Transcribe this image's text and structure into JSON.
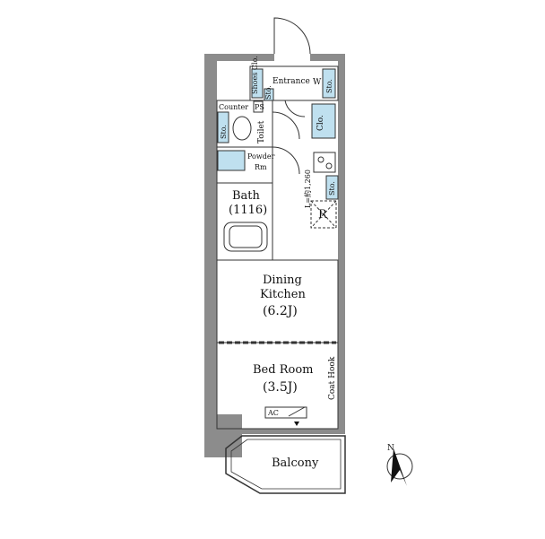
{
  "rooms": {
    "entrance": "Entrance",
    "shoes_clo": "Shoes Clo.",
    "w": "W",
    "sto_entrance": "Sto.",
    "counter": "Counter",
    "ps": "PS",
    "sto_small": "Sto.",
    "toilet": "Toilet",
    "clo": "Clo.",
    "sto_toilet": "Sto.",
    "powder_rm_1": "Powder",
    "powder_rm_2": "Rm",
    "bath": "Bath",
    "bath_size": "(1116)",
    "kitchen_note": "L=約1,260",
    "sto_kitchen": "Sto.",
    "r": "R",
    "dining_1": "Dining",
    "dining_2": "Kitchen",
    "dining_size": "(6.2J)",
    "bedroom_1": "Bed Room",
    "bedroom_size": "(3.5J)",
    "coat_hook": "Coat Hook",
    "ac": "AC",
    "balcony": "Balcony"
  },
  "compass": {
    "label": "N"
  },
  "colors": {
    "wall": "#8c8c8c",
    "storage": "#bfe0ef",
    "line": "#333333"
  }
}
